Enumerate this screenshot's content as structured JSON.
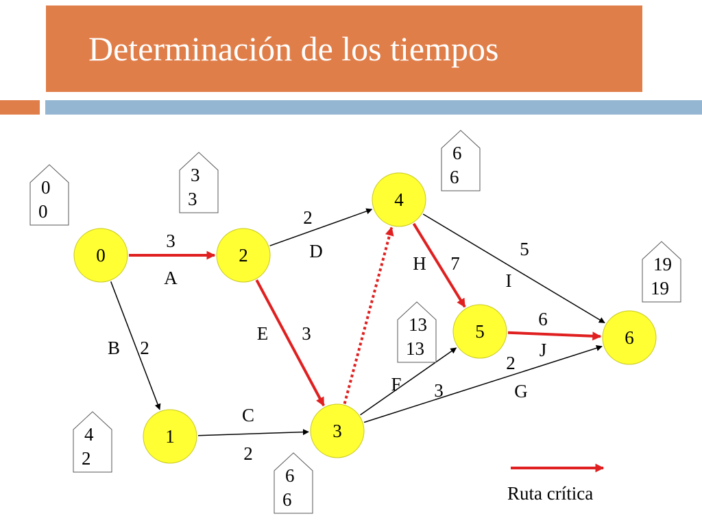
{
  "title": "Determinación de los tiempos",
  "colors": {
    "header": "#e07e49",
    "strip_blue": "#94b6d2",
    "node_fill": "#ffff33",
    "critical": "#e02020",
    "arrow": "#000000"
  },
  "nodes": [
    {
      "id": "0",
      "label": "0",
      "early": "0",
      "late": "0"
    },
    {
      "id": "1",
      "label": "1",
      "early": "4",
      "late": "2"
    },
    {
      "id": "2",
      "label": "2",
      "early": "3",
      "late": "3"
    },
    {
      "id": "3",
      "label": "3",
      "early": "6",
      "late": "6"
    },
    {
      "id": "4",
      "label": "4",
      "early": "6",
      "late": "6"
    },
    {
      "id": "5",
      "label": "5",
      "early": "13",
      "late": "13"
    },
    {
      "id": "6",
      "label": "6",
      "early": "19",
      "late": "19"
    }
  ],
  "activities": [
    {
      "id": "A",
      "from": "0",
      "to": "2",
      "letter": "A",
      "duration": "3",
      "critical": true,
      "dummy": false
    },
    {
      "id": "B",
      "from": "0",
      "to": "1",
      "letter": "B",
      "duration": "2",
      "critical": false,
      "dummy": false
    },
    {
      "id": "C",
      "from": "1",
      "to": "3",
      "letter": "C",
      "duration": "2",
      "critical": false,
      "dummy": false
    },
    {
      "id": "D",
      "from": "2",
      "to": "4",
      "letter": "D",
      "duration": "2",
      "critical": false,
      "dummy": false
    },
    {
      "id": "E",
      "from": "2",
      "to": "3",
      "letter": "E",
      "duration": "3",
      "critical": true,
      "dummy": false
    },
    {
      "id": "F",
      "from": "3",
      "to": "5",
      "letter": "F",
      "duration": "3",
      "critical": false,
      "dummy": false
    },
    {
      "id": "G",
      "from": "3",
      "to": "6",
      "letter": "G",
      "duration": "2",
      "critical": false,
      "dummy": false
    },
    {
      "id": "H",
      "from": "4",
      "to": "5",
      "letter": "H",
      "duration": "7",
      "critical": true,
      "dummy": false
    },
    {
      "id": "I",
      "from": "4",
      "to": "6",
      "letter": "I",
      "duration": "5",
      "critical": false,
      "dummy": false
    },
    {
      "id": "J",
      "from": "5",
      "to": "6",
      "letter": "J",
      "duration": "6",
      "critical": true,
      "dummy": false
    },
    {
      "id": "dummy",
      "from": "3",
      "to": "4",
      "letter": "",
      "duration": "",
      "critical": true,
      "dummy": true
    }
  ],
  "legend": {
    "label": "Ruta crítica"
  }
}
